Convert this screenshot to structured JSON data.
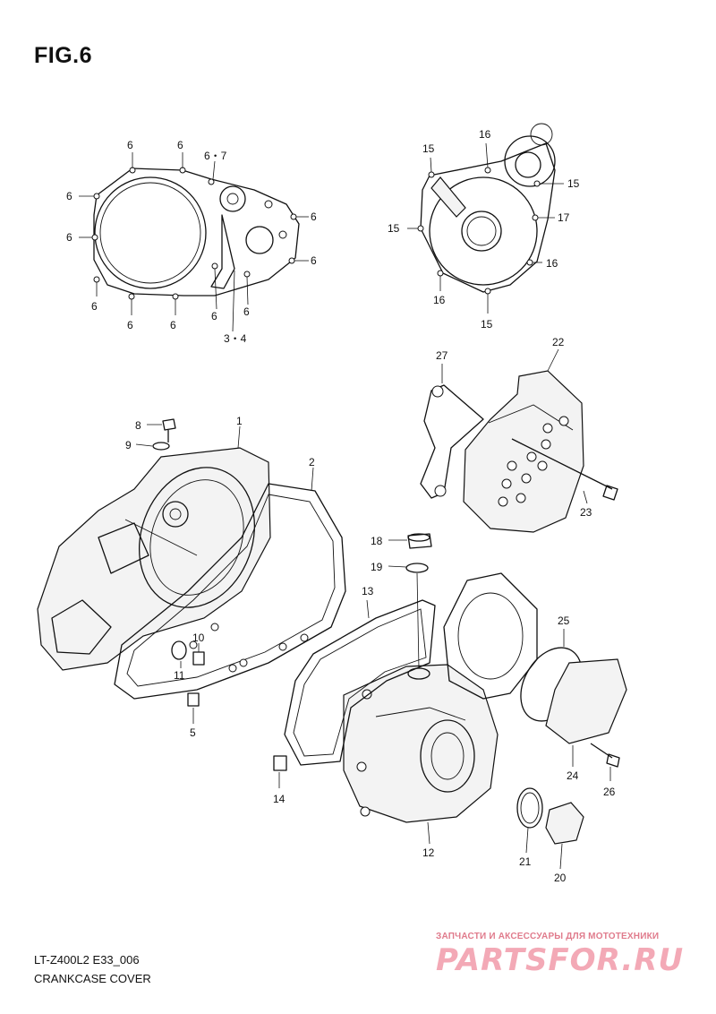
{
  "figure": {
    "title": "FIG.6"
  },
  "footer": {
    "model_code": "LT-Z400L2 E33_006",
    "assembly_name": "CRANKCASE COVER"
  },
  "watermark": {
    "tagline": "ЗАПЧАСТИ И АКСЕССУАРЫ ДЛЯ МОТОТЕХНИКИ",
    "logo_text": "PARTSFOR.RU",
    "color": "#f3a9b6"
  },
  "callouts": {
    "c_6a": "6",
    "c_6b": "6",
    "c_67": "6・7",
    "c_6c": "6",
    "c_6d": "6",
    "c_6e": "6",
    "c_6f": "6",
    "c_6g": "6",
    "c_6h": "6",
    "c_6i": "6",
    "c_6j": "6",
    "c_6k": "6",
    "c_34": "3・4",
    "c_15a": "15",
    "c_16a": "16",
    "c_15b": "15",
    "c_15c": "15",
    "c_17": "17",
    "c_16b": "16",
    "c_16c": "16",
    "c_15d": "15",
    "c_27": "27",
    "c_22": "22",
    "c_23": "23",
    "c_8": "8",
    "c_9": "9",
    "c_1": "1",
    "c_2": "2",
    "c_10": "10",
    "c_11": "11",
    "c_5": "5",
    "c_18": "18",
    "c_19": "19",
    "c_13": "13",
    "c_25": "25",
    "c_24": "24",
    "c_26": "26",
    "c_14": "14",
    "c_12": "12",
    "c_21": "21",
    "c_20": "20"
  }
}
